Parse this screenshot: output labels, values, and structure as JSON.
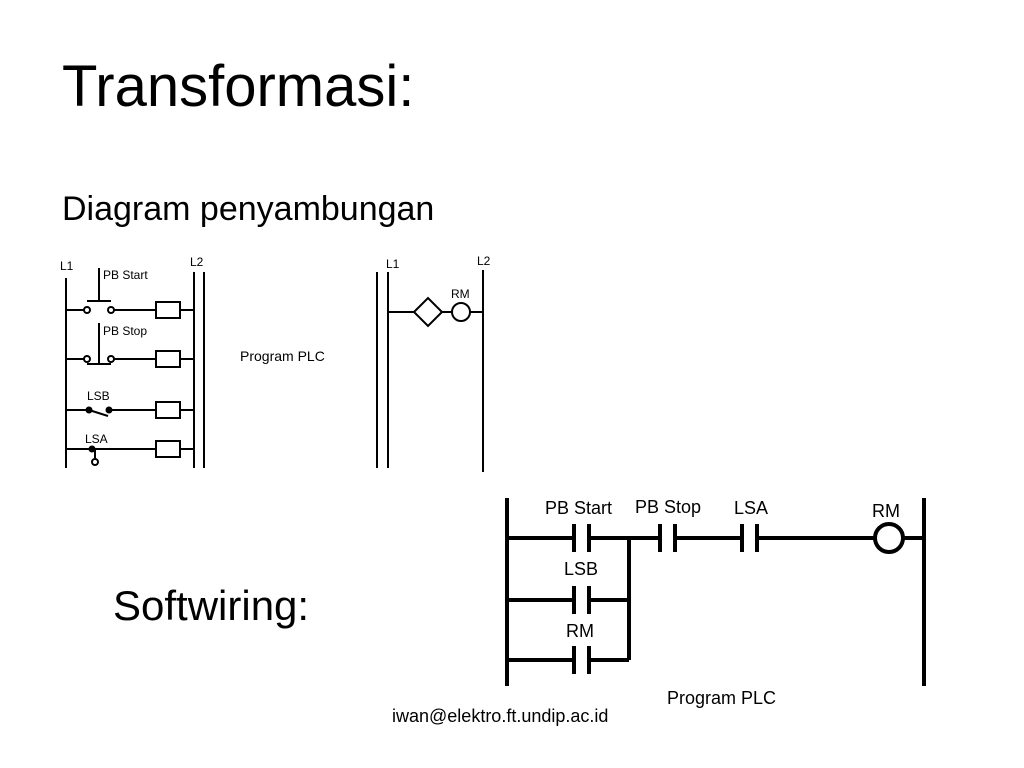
{
  "slide": {
    "title": "Transformasi:",
    "subtitle": "Diagram penyambungan",
    "softwiring_label": "Softwiring:",
    "footer_email": "iwan@elektro.ft.undip.ac.id"
  },
  "hardwired_diagram": {
    "rail_left": "L1",
    "rail_right": "L2",
    "contacts": [
      "PB Start",
      "PB Stop",
      "LSB",
      "LSA"
    ]
  },
  "plc_io_diagram": {
    "rail_left": "L1",
    "rail_right": "L2",
    "middle_label": "Program PLC",
    "output_label": "RM"
  },
  "ladder_diagram": {
    "series_contacts": [
      "PB Start",
      "PB Stop",
      "LSA"
    ],
    "parallel_contacts": [
      "LSB",
      "RM"
    ],
    "coil": "RM",
    "caption": "Program PLC"
  }
}
